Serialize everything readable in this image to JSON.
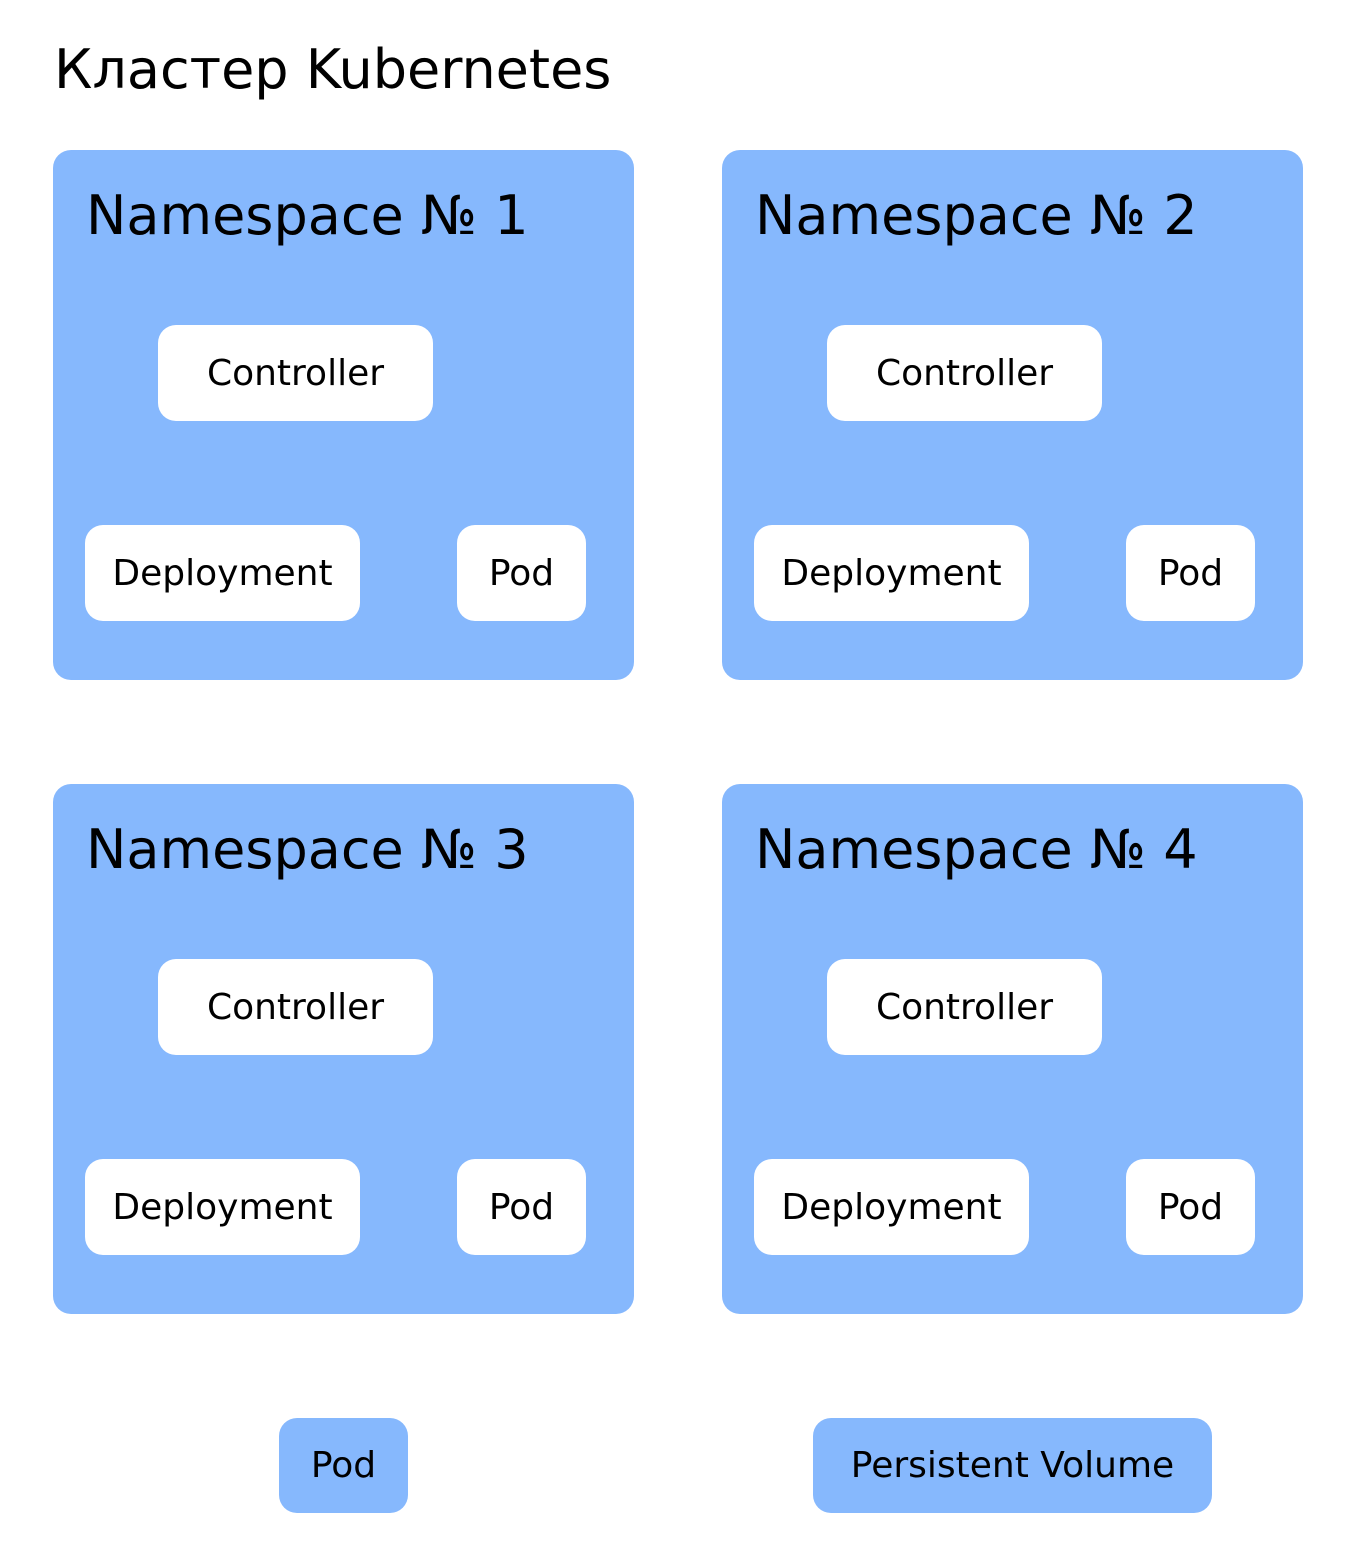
{
  "colors": {
    "namespace_fill": "#86b8fd",
    "pill_fill": "#ffffff",
    "text": "#000000"
  },
  "cluster_title": "Кластер Kubernetes",
  "namespaces": [
    {
      "title": "Namespace № 1",
      "controller": "Controller",
      "deployment": "Deployment",
      "pod": "Pod"
    },
    {
      "title": "Namespace № 2",
      "controller": "Controller",
      "deployment": "Deployment",
      "pod": "Pod"
    },
    {
      "title": "Namespace № 3",
      "controller": "Controller",
      "deployment": "Deployment",
      "pod": "Pod"
    },
    {
      "title": "Namespace № 4",
      "controller": "Controller",
      "deployment": "Deployment",
      "pod": "Pod"
    }
  ],
  "cluster_level": {
    "pod": "Pod",
    "persistent_volume": "Persistent Volume"
  }
}
